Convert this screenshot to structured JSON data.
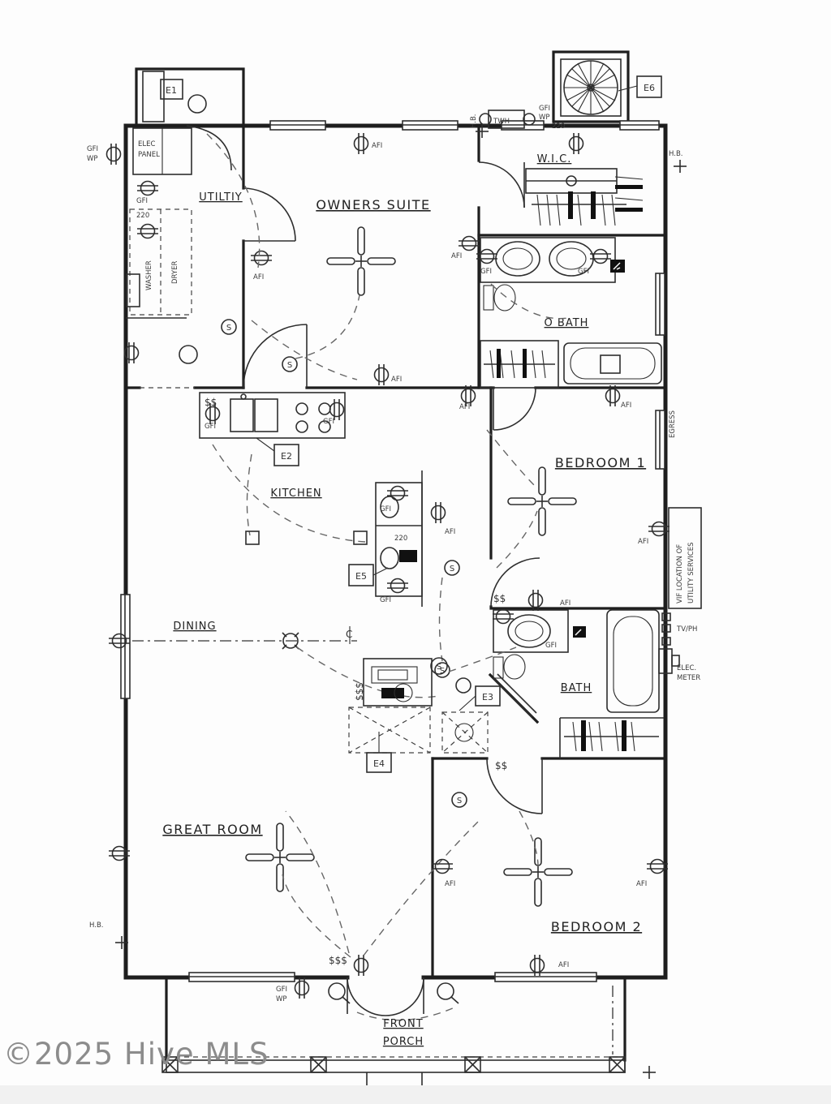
{
  "watermark": "©2025 Hive MLS",
  "rooms": {
    "owners_suite": "OWNERS SUITE",
    "wic": "W.I.C.",
    "utility": "UTILTIY",
    "obath": "O BATH",
    "kitchen": "KITCHEN",
    "bedroom1": "BEDROOM 1",
    "dining": "DINING",
    "bath": "BATH",
    "great_room": "GREAT ROOM",
    "bedroom2": "BEDROOM 2",
    "front_porch_1": "FRONT",
    "front_porch_2": "PORCH"
  },
  "equipment_tags": {
    "e1": "E1",
    "e2": "E2",
    "e3": "E3",
    "e4": "E4",
    "e5": "E5",
    "e6": "E6"
  },
  "labels": {
    "gfi": "GFI",
    "wp": "WP",
    "afi": "AFI",
    "v220": "220",
    "twh": "TWH",
    "hb": "H.B.",
    "elec": "ELEC",
    "panel": "PANEL",
    "washer": "WASHER",
    "dryer": "DRYER",
    "egress": "EGRESS",
    "vif_line1": "VIF LOCATION OF",
    "vif_line2": "UTILITY SERVICES",
    "tvph": "TV/PH",
    "elec_meter_1": "ELEC.",
    "elec_meter_2": "METER",
    "switch": "S",
    "switch3": "$$",
    "switch3b": "$$$",
    "centerline": "C"
  }
}
